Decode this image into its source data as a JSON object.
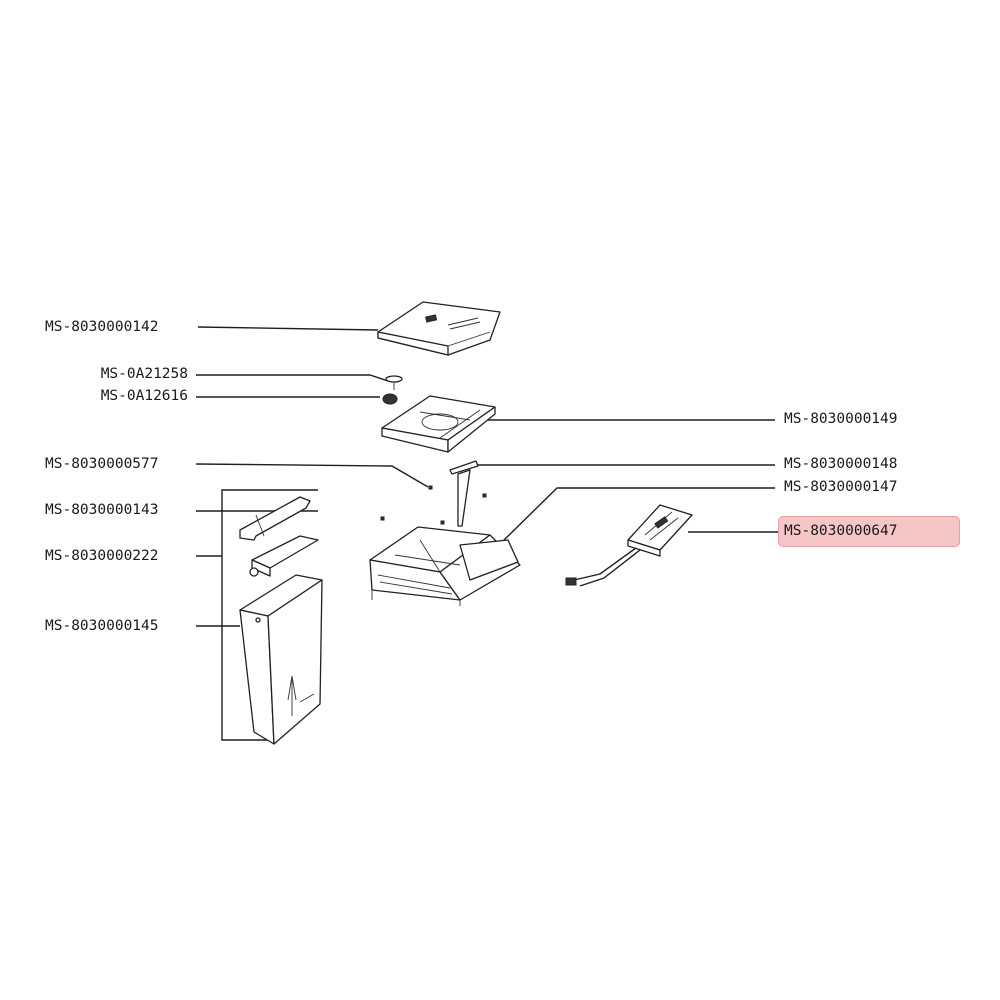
{
  "labels": {
    "p142": "MS-8030000142",
    "p21258": "MS-0A21258",
    "p12616": "MS-0A12616",
    "p577": "MS-8030000577",
    "p143": "MS-8030000143",
    "p222": "MS-8030000222",
    "p145": "MS-8030000145",
    "p149": "MS-8030000149",
    "p148": "MS-8030000148",
    "p147": "MS-8030000147",
    "p647": "MS-8030000647"
  },
  "highlighted_part": "MS-8030000647",
  "colors": {
    "highlight_fill": "#f6c6c6",
    "line": "#1f1f1f",
    "text": "#1a1a1a"
  }
}
